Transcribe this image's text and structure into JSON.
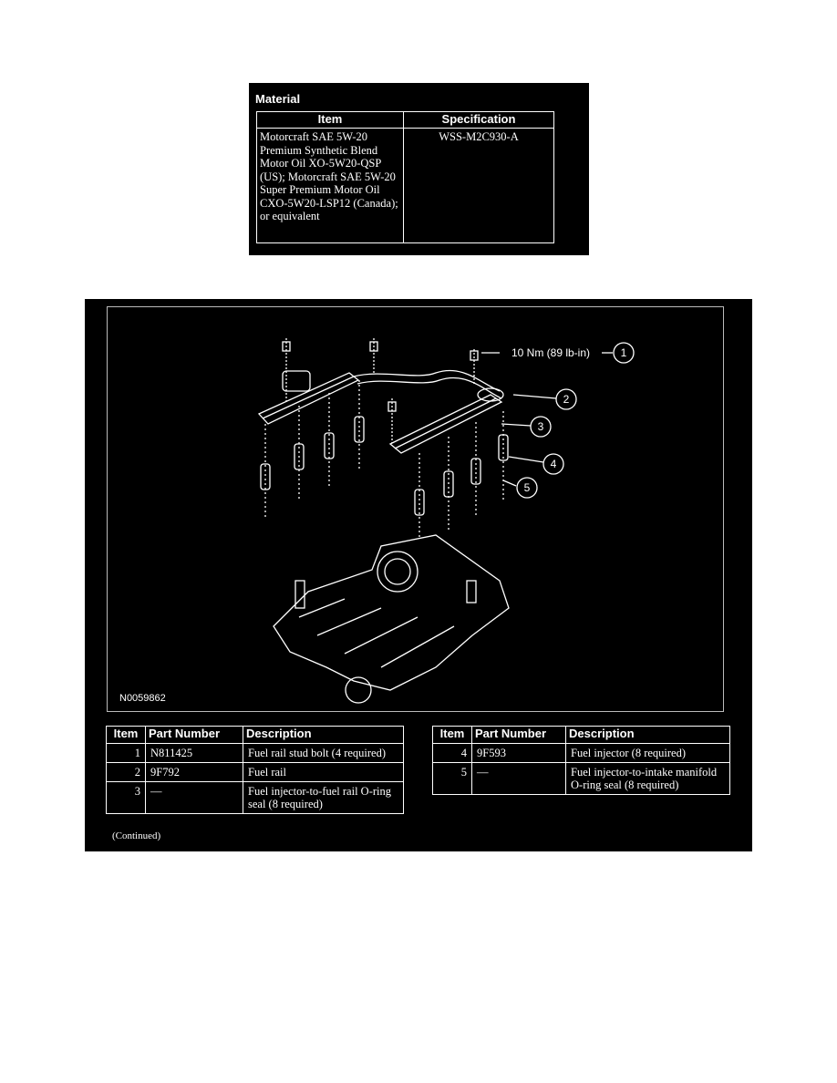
{
  "material": {
    "title": "Material",
    "headers": [
      "Item",
      "Specification"
    ],
    "item": "Motorcraft SAE 5W-20 Premium Synthetic Blend Motor Oil XO-5W20-QSP (US); Motorcraft SAE 5W-20 Super Premium Motor Oil CXO-5W20-LSP12 (Canada); or equivalent",
    "specification": "WSS-M2C930-A"
  },
  "diagram": {
    "figure_id": "N0059862",
    "torque_label": "10 Nm (89 lb-in)",
    "callouts": [
      "1",
      "2",
      "3",
      "4",
      "5"
    ]
  },
  "legend": {
    "headers": [
      "Item",
      "Part Number",
      "Description"
    ],
    "left_rows": [
      {
        "item": "1",
        "part": "N811425",
        "desc": "Fuel rail stud bolt (4 required)"
      },
      {
        "item": "2",
        "part": "9F792",
        "desc": "Fuel rail"
      },
      {
        "item": "3",
        "part": "—",
        "desc": "Fuel injector-to-fuel rail O-ring seal (8 required)"
      }
    ],
    "right_rows": [
      {
        "item": "4",
        "part": "9F593",
        "desc": "Fuel injector (8 required)"
      },
      {
        "item": "5",
        "part": "—",
        "desc": "Fuel injector-to-intake manifold O-ring seal (8 required)"
      }
    ],
    "continued": "(Continued)"
  }
}
